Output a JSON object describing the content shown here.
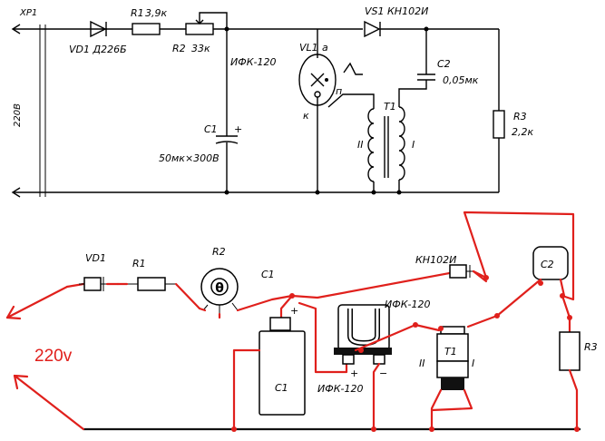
{
  "schematic": {
    "xp1": "XP1",
    "mains": "220В",
    "vd1": "VD1 Д226Б",
    "r1": "R1",
    "r1_value": "3,9к",
    "r2": "R2",
    "r2_value": "33к",
    "lamp_type": "ИФК-120",
    "c1": "C1",
    "c1_value": "50мк×300В",
    "c1_plus": "+",
    "vl1": "VL1",
    "lamp_a": "a",
    "lamp_k": "к",
    "lamp_p": "п",
    "vs1": "VS1 КН102И",
    "c2": "C2",
    "c2_value": "0,05мк",
    "t1": "T1",
    "winding_2": "II",
    "winding_1": "I",
    "r3": "R3",
    "r3_value": "2,2к"
  },
  "wiring": {
    "vd1": "VD1",
    "r1": "R1",
    "r2": "R2",
    "c1_top": "C1",
    "c1_body": "C1",
    "plus_top": "+",
    "lamp_type_top": "ИФК-120",
    "lamp_type_bottom": "ИФК-120",
    "lamp_plus": "+",
    "lamp_minus": "−",
    "kn": "КН102И",
    "c2": "C2",
    "t1": "T1",
    "winding_2": "II",
    "winding_1": "I",
    "r3": "R3",
    "mains": "220v"
  }
}
